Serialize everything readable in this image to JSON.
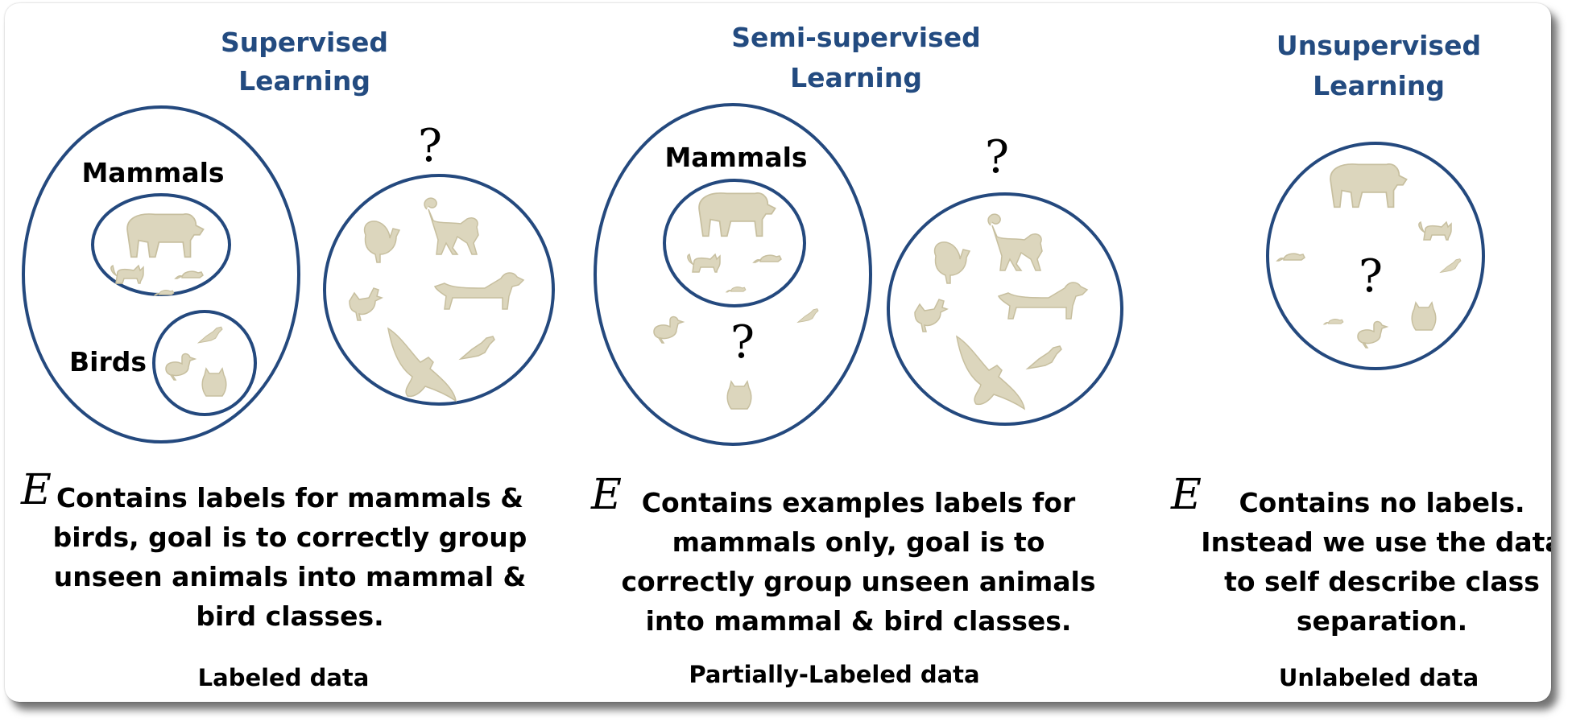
{
  "panels": {
    "supervised": {
      "title": [
        "Supervised",
        "Learning"
      ],
      "labels": {
        "mammals": "Mammals",
        "birds": "Birds",
        "unknown": "?"
      },
      "variable": "E",
      "description": [
        "Contains labels for mammals &",
        "birds, goal is to correctly group",
        "unseen animals into mammal &",
        "bird classes."
      ],
      "footer": "Labeled data"
    },
    "semi": {
      "title": [
        "Semi-supervised",
        "Learning"
      ],
      "labels": {
        "mammals": "Mammals",
        "unknown": "?",
        "unknown_inner": "?"
      },
      "variable": "E",
      "description": [
        "Contains examples labels for",
        "mammals only, goal is to",
        "correctly group unseen animals",
        "into mammal & bird classes."
      ],
      "footer": "Partially-Labeled data"
    },
    "unsupervised": {
      "title": [
        "Unsupervised",
        "Learning"
      ],
      "labels": {
        "unknown": "?"
      },
      "variable": "E",
      "description": [
        "Contains no labels.",
        "Instead we use the data",
        "to self describe class",
        "separation."
      ],
      "footer": "Unlabeled data"
    }
  },
  "colors": {
    "title": "#234b80",
    "ring": "#24497e",
    "animal": "#dcd6bd",
    "text": "#000000"
  },
  "icons": [
    "bear-icon",
    "cat-icon",
    "mouse-icon",
    "duck-icon",
    "owl-icon",
    "monkey-icon",
    "turkey-icon",
    "hen-icon",
    "dog-icon",
    "eagle-icon",
    "crow-icon"
  ]
}
